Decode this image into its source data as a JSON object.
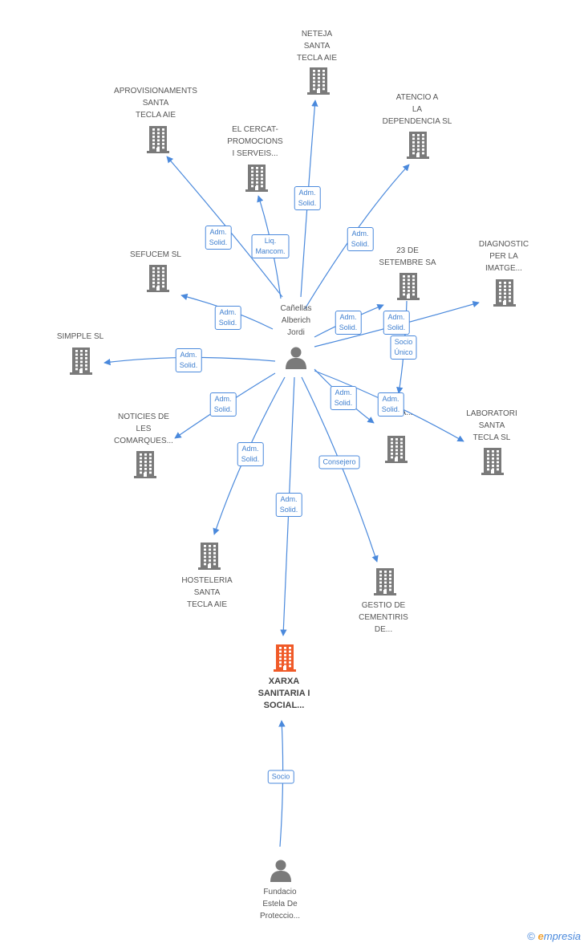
{
  "colors": {
    "edge": "#4a89dc",
    "node": "#7a7a7a",
    "focus": "#f05a28"
  },
  "center": {
    "id": "p1",
    "label": "Cañellas\nAlberich\nJordi",
    "icon": "person-icon"
  },
  "nodes": [
    {
      "id": "n_neteja",
      "label": "NETEJA\nSANTA\nTECLA AIE",
      "icon": "building-icon"
    },
    {
      "id": "n_aprov",
      "label": "APROVISIONAMENTS\nSANTA\nTECLA AIE",
      "icon": "building-icon"
    },
    {
      "id": "n_cercat",
      "label": "EL CERCAT-\nPROMOCIONS\nI SERVEIS...",
      "icon": "building-icon"
    },
    {
      "id": "n_atencio",
      "label": "ATENCIO A\nLA\nDEPENDENCIA SL",
      "icon": "building-icon"
    },
    {
      "id": "n_sefucem",
      "label": "SEFUCEM SL",
      "icon": "building-icon"
    },
    {
      "id": "n_23",
      "label": "23 DE\nSETEMBRE SA",
      "icon": "building-icon"
    },
    {
      "id": "n_diag",
      "label": "DIAGNOSTIC\nPER LA\nIMATGE...",
      "icon": "building-icon"
    },
    {
      "id": "n_simpple",
      "label": "SIMPPLE SL",
      "icon": "building-icon"
    },
    {
      "id": "n_noticies",
      "label": "NOTICIES DE\nLES\nCOMARQUES...",
      "icon": "building-icon"
    },
    {
      "id": "n_desanta",
      "label": "DE\nSANTA...",
      "icon": "building-icon"
    },
    {
      "id": "n_lab",
      "label": "LABORATORI\nSANTA\nTECLA SL",
      "icon": "building-icon"
    },
    {
      "id": "n_host",
      "label": "HOSTELERIA\nSANTA\nTECLA AIE",
      "icon": "building-icon"
    },
    {
      "id": "n_gestio",
      "label": "GESTIO DE\nCEMENTIRIS\nDE...",
      "icon": "building-icon"
    },
    {
      "id": "n_xarxa",
      "label": "XARXA\nSANITARIA I\nSOCIAL...",
      "icon": "building-icon",
      "focus": true
    },
    {
      "id": "n_fund",
      "label": "Fundacio\nEstela De\nProteccio...",
      "icon": "person-icon"
    }
  ],
  "edges": [
    {
      "from": "p1",
      "to": "n_neteja",
      "label": "Adm.\nSolid."
    },
    {
      "from": "p1",
      "to": "n_aprov",
      "label": "Adm.\nSolid."
    },
    {
      "from": "p1",
      "to": "n_cercat",
      "label": "Liq.\nMancom."
    },
    {
      "from": "p1",
      "to": "n_atencio",
      "label": "Adm.\nSolid."
    },
    {
      "from": "p1",
      "to": "n_sefucem",
      "label": "Adm.\nSolid."
    },
    {
      "from": "p1",
      "to": "n_23",
      "label": "Adm.\nSolid."
    },
    {
      "from": "p1",
      "to": "n_diag",
      "label": "Adm.\nSolid."
    },
    {
      "from": "n_23",
      "to": "n_desanta",
      "label": "Socio\nÚnico"
    },
    {
      "from": "p1",
      "to": "n_simpple",
      "label": "Adm.\nSolid."
    },
    {
      "from": "p1",
      "to": "n_noticies",
      "label": "Adm.\nSolid."
    },
    {
      "from": "p1",
      "to": "n_desanta",
      "label": "Adm.\nSolid."
    },
    {
      "from": "p1",
      "to": "n_lab",
      "label": "Adm.\nSolid."
    },
    {
      "from": "p1",
      "to": "n_host",
      "label": "Adm.\nSolid."
    },
    {
      "from": "p1",
      "to": "n_xarxa",
      "label": "Adm.\nSolid."
    },
    {
      "from": "p1",
      "to": "n_gestio",
      "label": "Consejero"
    },
    {
      "from": "n_fund",
      "to": "n_xarxa",
      "label": "Socio"
    }
  ],
  "footer": {
    "copyright": "©",
    "brand_first": "e",
    "brand_rest": "mpresia"
  }
}
